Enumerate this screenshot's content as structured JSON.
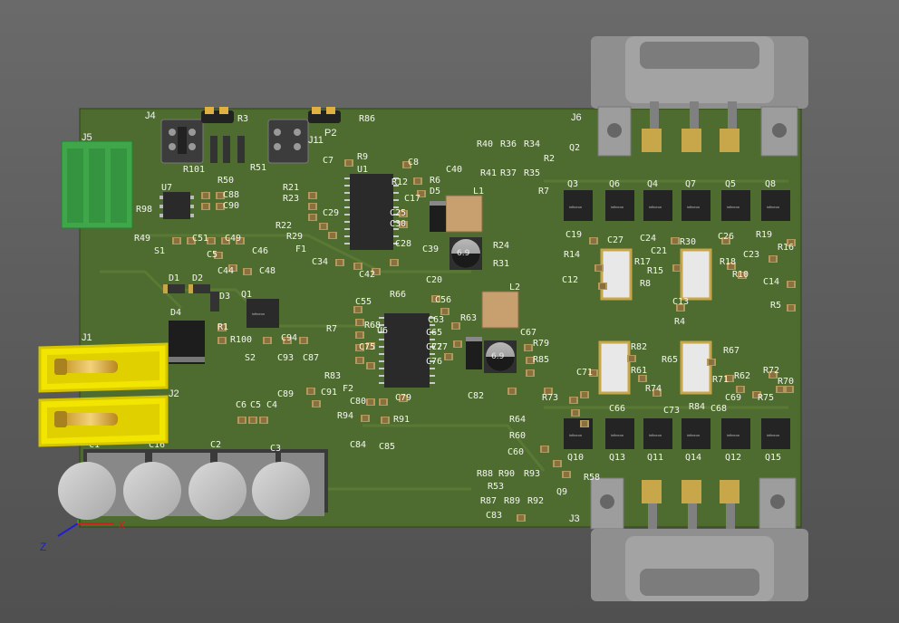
{
  "board": {
    "colors": {
      "background": "#5e5e5e",
      "pcb": "#4e6b2e",
      "pcb_dark": "#3d5724",
      "silk": "#f4f4f4",
      "pad": "#c8a64a",
      "copper_trace": "#5a7a34",
      "terminal": "#3fa64a",
      "highlight": "#f2e600"
    }
  },
  "connectors": [
    {
      "id": "j1",
      "label": "J1"
    },
    {
      "id": "j2",
      "label": "J2"
    },
    {
      "id": "j3",
      "label": "J3"
    },
    {
      "id": "j4",
      "label": "J4"
    },
    {
      "id": "j5",
      "label": "J5"
    },
    {
      "id": "j6",
      "label": "J6"
    },
    {
      "id": "j11",
      "label": "J11"
    },
    {
      "id": "p2",
      "label": "P2"
    }
  ],
  "ics": [
    {
      "id": "u1",
      "label": "U1"
    },
    {
      "id": "u6",
      "label": "U6"
    },
    {
      "id": "u7",
      "label": "U7"
    },
    {
      "id": "q1",
      "label": "Q1"
    }
  ],
  "inductors": [
    {
      "id": "l1",
      "label": "L1"
    },
    {
      "id": "l2",
      "label": "L2"
    }
  ],
  "electrolytics": [
    {
      "id": "c1",
      "label": "C1"
    },
    {
      "id": "c16",
      "label": "C16"
    },
    {
      "id": "c2",
      "label": "C2"
    },
    {
      "id": "c3",
      "label": "C3"
    },
    {
      "id": "c20",
      "label": "C20"
    },
    {
      "id": "c82",
      "label": "C82"
    }
  ],
  "mosfets_top": [
    "Q3",
    "Q6",
    "Q4",
    "Q7",
    "Q5",
    "Q8"
  ],
  "mosfets_bottom": [
    "Q10",
    "Q13",
    "Q11",
    "Q14",
    "Q12",
    "Q15"
  ],
  "vendor_mark": "infineon",
  "cap_marking": "6.9",
  "designators": [
    "R86",
    "R3",
    "R101",
    "R50",
    "R51",
    "C7",
    "R9",
    "C8",
    "R6",
    "R40",
    "R36",
    "R34",
    "C40",
    "R41",
    "R37",
    "R35",
    "R2",
    "Q2",
    "R7",
    "R21",
    "R23",
    "R12",
    "D5",
    "C29",
    "C25",
    "C30",
    "R22",
    "R29",
    "F1",
    "C34",
    "C42",
    "C28",
    "C39",
    "R24",
    "R31",
    "C88",
    "C90",
    "R98",
    "R49",
    "C51",
    "C49",
    "C46",
    "C5",
    "C44",
    "C48",
    "S1",
    "D1",
    "D2",
    "D3",
    "D4",
    "C55",
    "R66",
    "C56",
    "R63",
    "R68",
    "C65",
    "R7x",
    "R83",
    "C87",
    "C89",
    "C93",
    "C91",
    "C75",
    "C76",
    "C80",
    "C79",
    "C94",
    "R100",
    "S2",
    "R1",
    "F2",
    "R94",
    "R91",
    "C84",
    "C85",
    "C6",
    "C5x",
    "C4",
    "C67",
    "R79",
    "R85",
    "C72",
    "C19",
    "C27",
    "C24",
    "C21",
    "R30",
    "C26",
    "R19",
    "R16",
    "R14",
    "R17",
    "R15",
    "R18",
    "R10",
    "C23",
    "C12",
    "R8",
    "C14",
    "R5",
    "C13",
    "R4",
    "R82",
    "R67",
    "C71",
    "R61",
    "R65",
    "R71",
    "R62",
    "R72",
    "R70",
    "C66",
    "C73",
    "R74",
    "R84",
    "C68",
    "C69",
    "R75",
    "R73",
    "R64",
    "R60",
    "C60",
    "R88",
    "R90",
    "R93",
    "R53",
    "R87",
    "R89",
    "R92",
    "R58",
    "Q9",
    "C83",
    "C17",
    "C77",
    "C63"
  ],
  "axes": {
    "x": "X",
    "z": "Z"
  }
}
